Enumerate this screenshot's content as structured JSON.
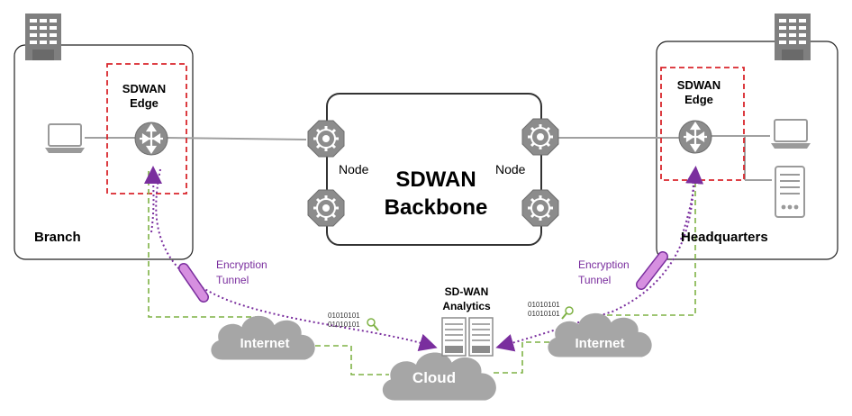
{
  "branch": {
    "label": "Branch",
    "edge_title_line1": "SDWAN",
    "edge_title_line2": "Edge"
  },
  "headquarters": {
    "label": "Headquarters",
    "edge_title_line1": "SDWAN",
    "edge_title_line2": "Edge"
  },
  "backbone": {
    "title_line1": "SDWAN",
    "title_line2": "Backbone",
    "node_left_label": "Node",
    "node_right_label": "Node"
  },
  "tunnels": {
    "left_line1": "Encryption",
    "left_line2": "Tunnel",
    "right_line1": "Encryption",
    "right_line2": "Tunnel"
  },
  "analytics": {
    "title_line1": "SD-WAN",
    "title_line2": "Analytics",
    "binary_line1": "01010101",
    "binary_line2": "01010101"
  },
  "clouds": {
    "internet_left": "Internet",
    "internet_right": "Internet",
    "center": "Cloud"
  },
  "colors": {
    "edge_dashed_box": "#d9262c",
    "tunnel_purple": "#7a2e9e",
    "tunnel_pipe": "#d68fe0",
    "green_dashed": "#7fb245",
    "cloud_fill": "#a6a6a6",
    "router_fill": "#8c8c8c",
    "building_fill": "#7f7f7f",
    "line_gray": "#a0a0a0"
  },
  "icons": [
    "building-icon",
    "router-icon",
    "laptop-icon",
    "server-icon",
    "gear-node-icon",
    "cloud-icon",
    "tunnel-pipe-icon",
    "magnifier-icon"
  ]
}
